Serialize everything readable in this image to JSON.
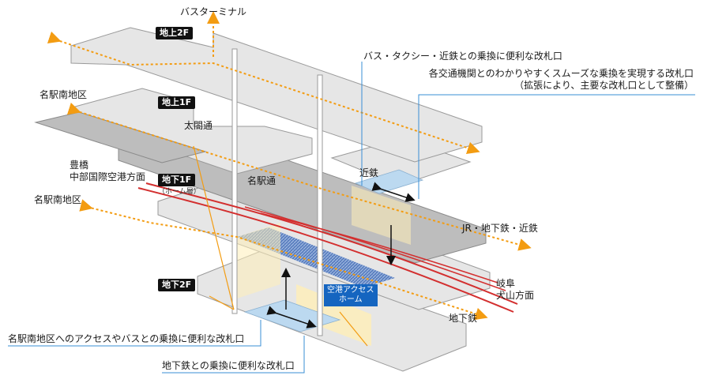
{
  "floors": {
    "f2": "地上2F",
    "f1": "地上1F",
    "b1": "地下1F",
    "b1_sub": "（ホーム層）",
    "b2": "地下2F"
  },
  "streets": {
    "taiko": "太閤通",
    "meieki": "名駅通"
  },
  "directions": {
    "bus_terminal": "バスターミナル",
    "meieki_south_upper": "名駅南地区",
    "meieki_south_lower": "名駅南地区",
    "toyohashi": "豊橋",
    "airport": "中部国際空港方面",
    "jr_subway_kintetsu": "JR・地下鉄・近鉄",
    "gifu": "岐阜",
    "inuyama": "犬山方面",
    "subway": "地下鉄",
    "kintetsu": "近鉄"
  },
  "airport_platform": {
    "line1": "空港アクセス",
    "line2": "ホーム"
  },
  "callouts": {
    "c1": "バス・タクシー・近鉄との乗換に便利な改札口",
    "c2_line1": "各交通機関とのわかりやすくスムーズな乗換を実現する改札口",
    "c2_line2": "（拡張により、主要な改札口として整備）",
    "c3": "名駅南地区へのアクセスやバスとの乗換に便利な改札口",
    "c4": "地下鉄との乗換に便利な改札口"
  },
  "colors": {
    "path": "#f39c12",
    "rail": "#d32f2f",
    "gate": "#bcd9f0",
    "floor": "#e4e4e4",
    "floor_edge": "#9a9a9a",
    "shaft": "#ffeeb5",
    "callout_line": "#3a8fd6",
    "tag": "#1565c0"
  }
}
